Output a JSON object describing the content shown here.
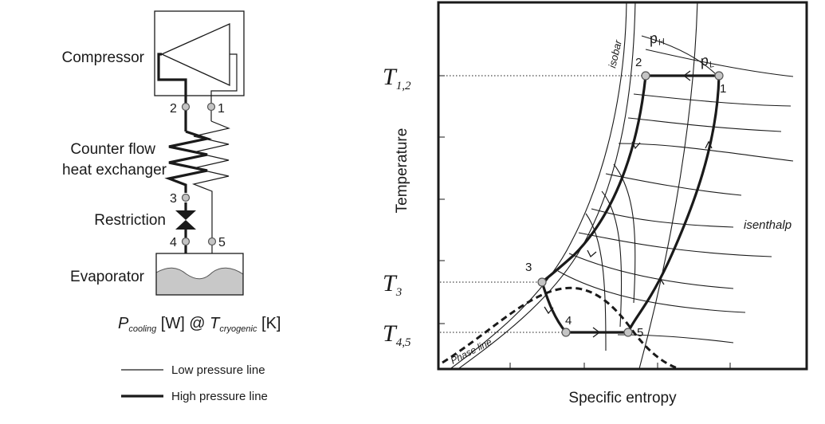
{
  "schematic": {
    "compressor": "Compressor",
    "heat_exchanger_line1": "Counter flow",
    "heat_exchanger_line2": "heat exchanger",
    "restriction": "Restriction",
    "evaporator": "Evaporator",
    "cooling_p": "P",
    "cooling_sub": "cooling",
    "cooling_unit": " [W] @ ",
    "cooling_t": "T",
    "cryo_sub": "cryogenic",
    "cryo_unit": " [K]",
    "node_labels": {
      "n1": "1",
      "n2": "2",
      "n3": "3",
      "n4": "4",
      "n5": "5"
    }
  },
  "legend": {
    "low": "Low pressure line",
    "high": "High pressure line"
  },
  "ts_diagram": {
    "ylabel": "Temperature",
    "xlabel": "Specific entropy",
    "t12_main": "T",
    "t12_sub": "1,2",
    "t3_main": "T",
    "t3_sub": "3",
    "t45_main": "T",
    "t45_sub": "4,5",
    "isobar": "isobar",
    "pH_main": "p",
    "pH_sub": "H",
    "pL_main": "p",
    "pL_sub": "L",
    "isenthalp": "isenthalp",
    "phase_line": "Phase line",
    "state_labels": {
      "s1": "1",
      "s2": "2",
      "s3": "3",
      "s4": "4",
      "s5": "5"
    }
  }
}
